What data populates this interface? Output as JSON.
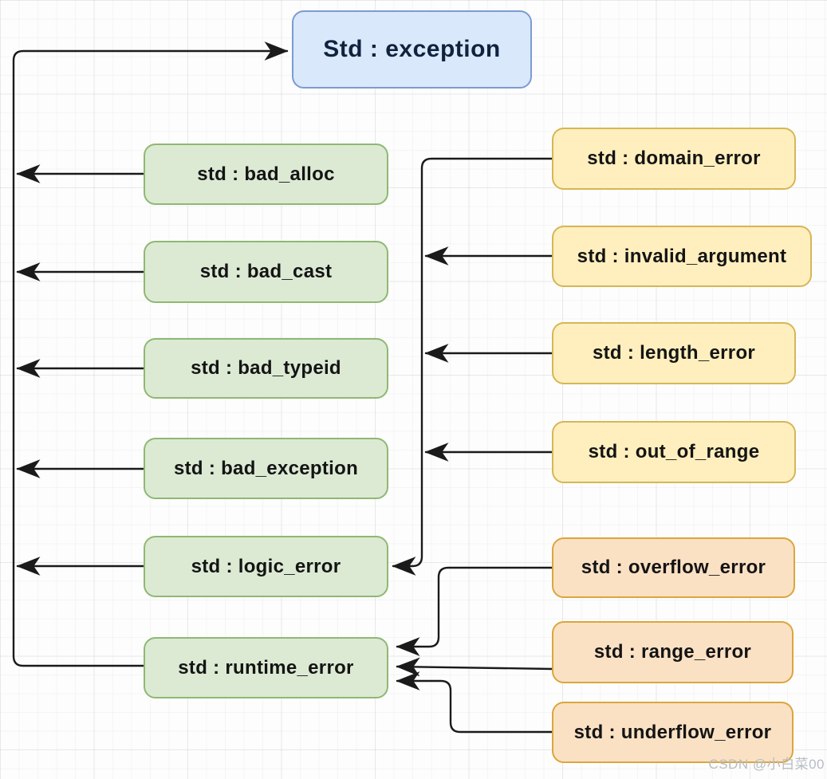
{
  "nodes": {
    "root": {
      "label": "Std : exception"
    },
    "exception_children": [
      {
        "label": "std : bad_alloc"
      },
      {
        "label": "std : bad_cast"
      },
      {
        "label": "std : bad_typeid"
      },
      {
        "label": "std : bad_exception"
      },
      {
        "label": "std : logic_error"
      },
      {
        "label": "std : runtime_error"
      }
    ],
    "logic_error_children": [
      {
        "label": "std : domain_error"
      },
      {
        "label": "std : invalid_argument"
      },
      {
        "label": "std : length_error"
      },
      {
        "label": "std : out_of_range"
      }
    ],
    "runtime_error_children": [
      {
        "label": "std : overflow_error"
      },
      {
        "label": "std : range_error"
      },
      {
        "label": "std : underflow_error"
      }
    ]
  },
  "edges": [
    {
      "from": "std : bad_alloc",
      "to": "Std : exception"
    },
    {
      "from": "std : bad_cast",
      "to": "Std : exception"
    },
    {
      "from": "std : bad_typeid",
      "to": "Std : exception"
    },
    {
      "from": "std : bad_exception",
      "to": "Std : exception"
    },
    {
      "from": "std : logic_error",
      "to": "Std : exception"
    },
    {
      "from": "std : runtime_error",
      "to": "Std : exception"
    },
    {
      "from": "std : domain_error",
      "to": "std : logic_error"
    },
    {
      "from": "std : invalid_argument",
      "to": "std : logic_error"
    },
    {
      "from": "std : length_error",
      "to": "std : logic_error"
    },
    {
      "from": "std : out_of_range",
      "to": "std : logic_error"
    },
    {
      "from": "std : overflow_error",
      "to": "std : runtime_error"
    },
    {
      "from": "std : range_error",
      "to": "std : runtime_error"
    },
    {
      "from": "std : underflow_error",
      "to": "std : runtime_error"
    }
  ],
  "colors": {
    "root_fill": "#dae8fc",
    "root_stroke": "#7d9bd2",
    "exception_child_fill": "#dcead4",
    "exception_child_stroke": "#8fb873",
    "logic_child_fill": "#ffefbe",
    "logic_child_stroke": "#d6b656",
    "runtime_child_fill": "#fbe1c4",
    "runtime_child_stroke": "#dba63d",
    "connector": "#1a1a1a"
  },
  "watermark": "CSDN @小白菜00"
}
